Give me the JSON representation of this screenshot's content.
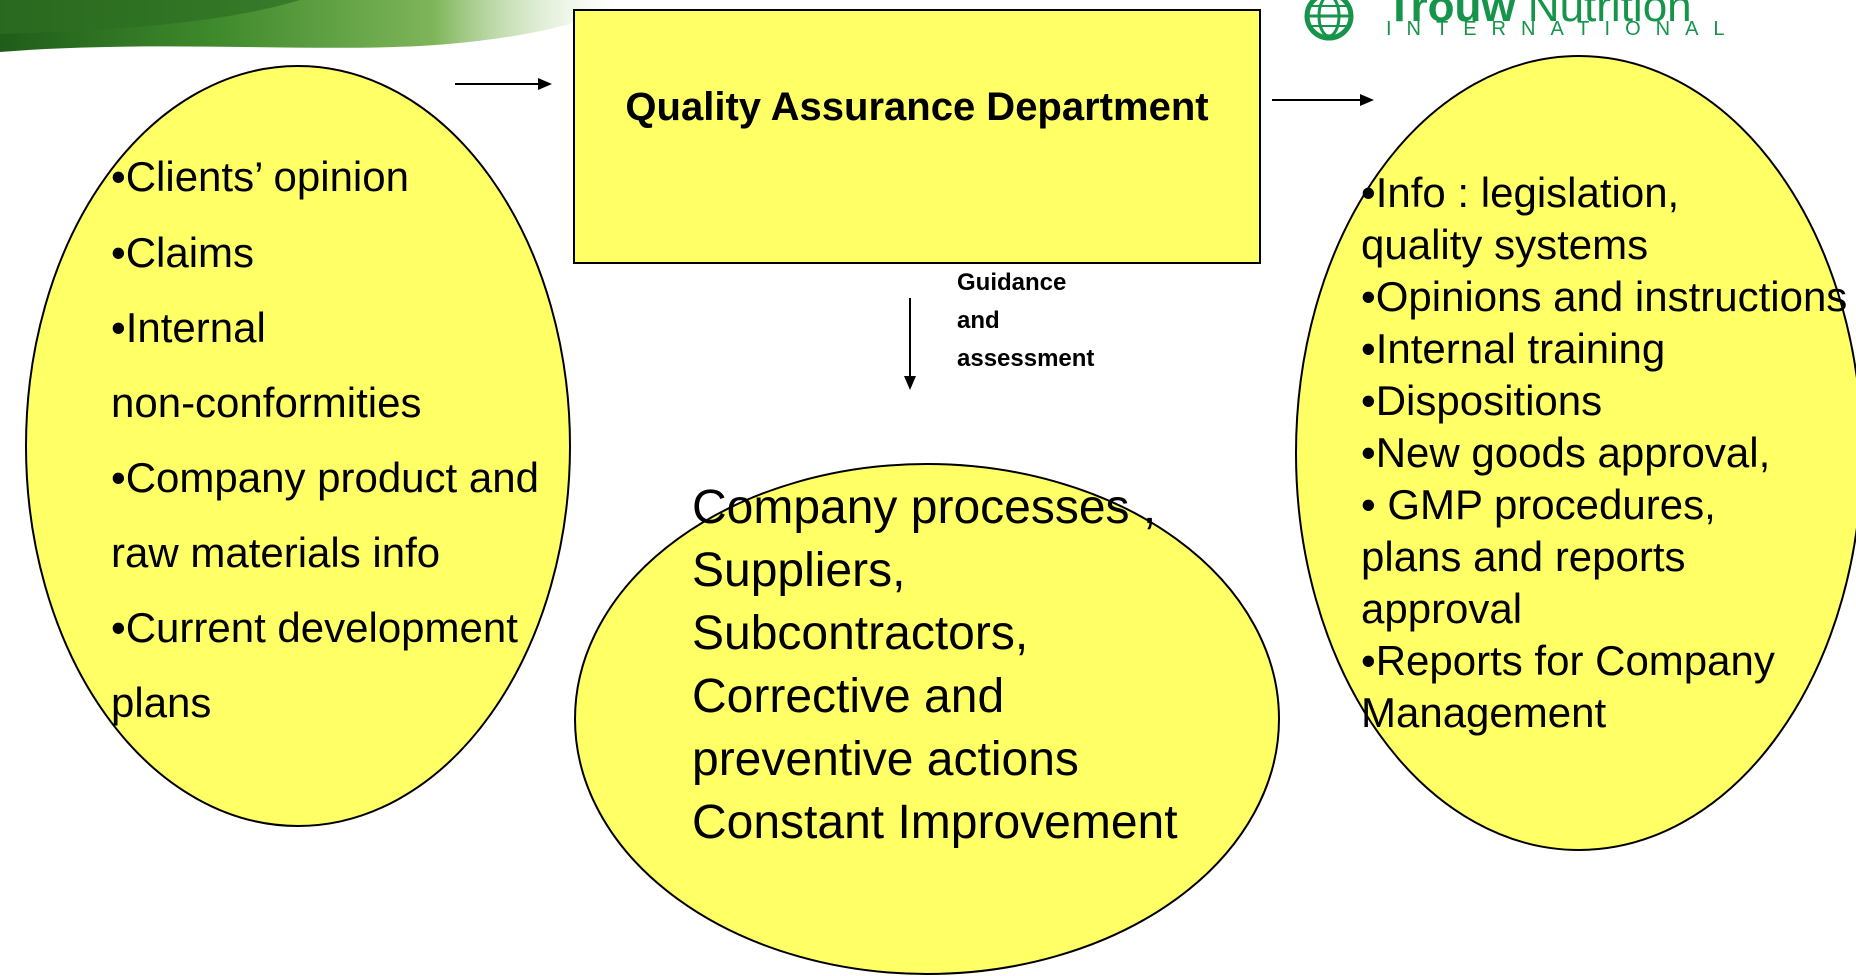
{
  "logo": {
    "brand_bold": "Trouw",
    "brand_rest": "Nutrition",
    "subtitle": "INTERNATIONAL"
  },
  "qa_box": {
    "title": "Quality Assurance Department"
  },
  "guidance_label": [
    "Guidance",
    "and",
    "assessment"
  ],
  "left_ellipse": {
    "lines": [
      "•Clients’ opinion",
      "•Claims",
      "•Internal",
      "non-conformities",
      "•Company product and",
      "raw materials info",
      "•Current development",
      "plans"
    ]
  },
  "center_ellipse": {
    "lines": [
      "Company processes ,",
      "Suppliers,",
      "Subcontractors,",
      "Corrective and",
      "preventive actions",
      "Constant Improvement"
    ]
  },
  "right_ellipse": {
    "lines": [
      "•Info :  legislation,",
      "quality systems",
      "•Opinions and instructions",
      "•Internal training",
      "•Dispositions",
      "•New goods approval,",
      "• GMP  procedures,",
      "plans and reports",
      "approval",
      "•Reports for  Company",
      "Management"
    ]
  },
  "colors": {
    "shape_fill": "#ffff66",
    "stroke": "#000000",
    "logo_green": "#15944a",
    "banner_green": "#3f8a2c"
  }
}
